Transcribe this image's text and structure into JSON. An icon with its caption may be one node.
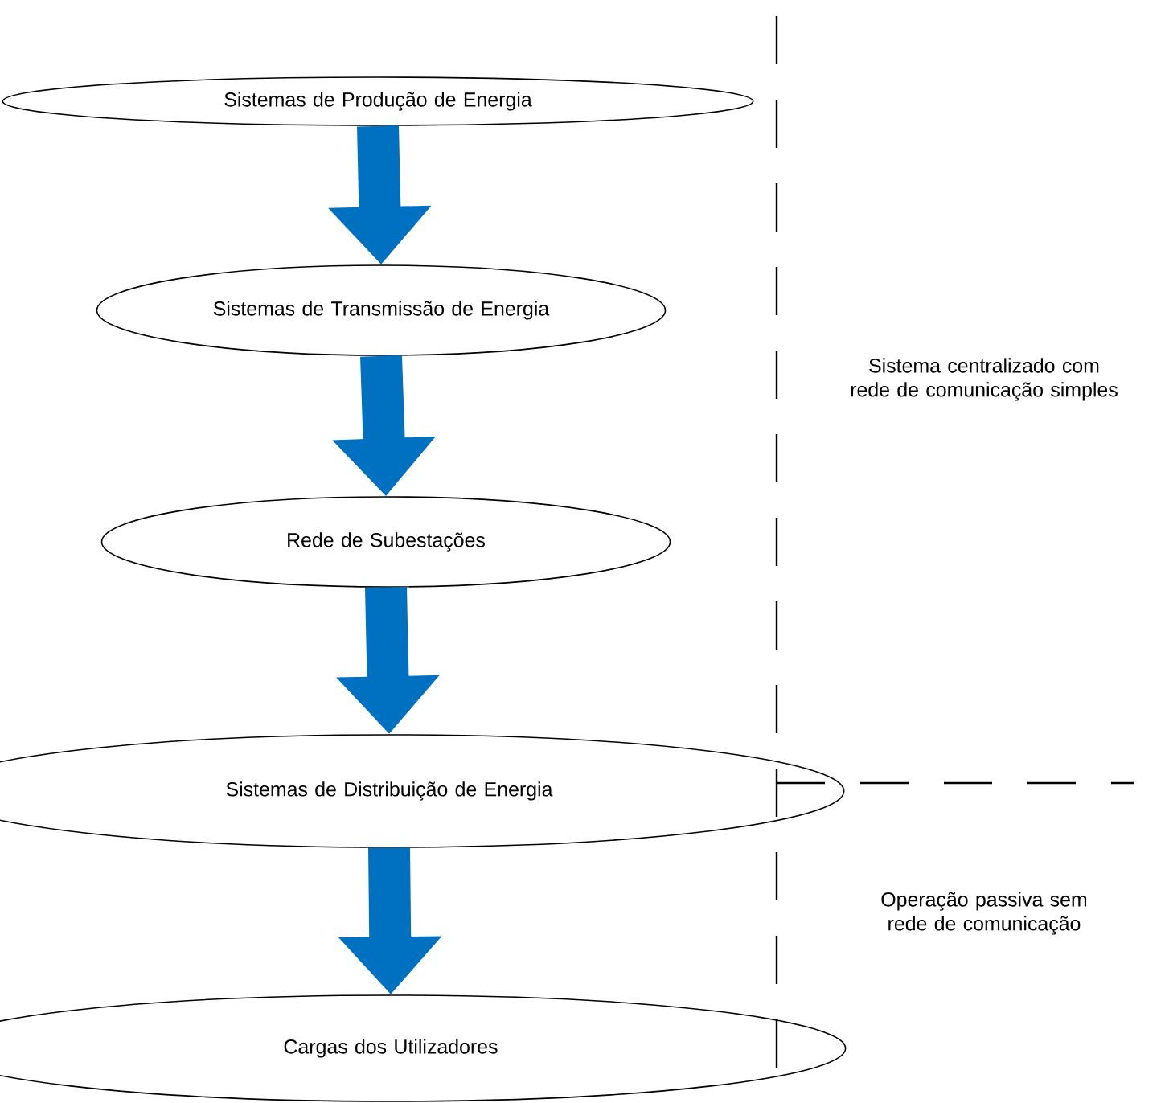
{
  "diagram": {
    "nodes": [
      {
        "text": [
          "Sistemas de Produção de Energia"
        ]
      },
      {
        "text": [
          "Sistemas de Transmissão de Energia"
        ]
      },
      {
        "text": [
          "Rede de Subestações"
        ]
      },
      {
        "text": [
          "Sistemas de Distribuição de Energia"
        ]
      },
      {
        "text": [
          "Cargas dos Utilizadores"
        ]
      }
    ],
    "edges": [
      {
        "from": 0,
        "to": 1,
        "arrow": "to"
      },
      {
        "from": 1,
        "to": 2,
        "arrow": "to"
      },
      {
        "from": 2,
        "to": 3,
        "arrow": "to"
      },
      {
        "from": 3,
        "to": 4,
        "arrow": "to"
      }
    ],
    "labels": [
      "Sistema centralizado com rede de comunicação simples",
      "Operação passiva sem rede de comunicação"
    ]
  }
}
